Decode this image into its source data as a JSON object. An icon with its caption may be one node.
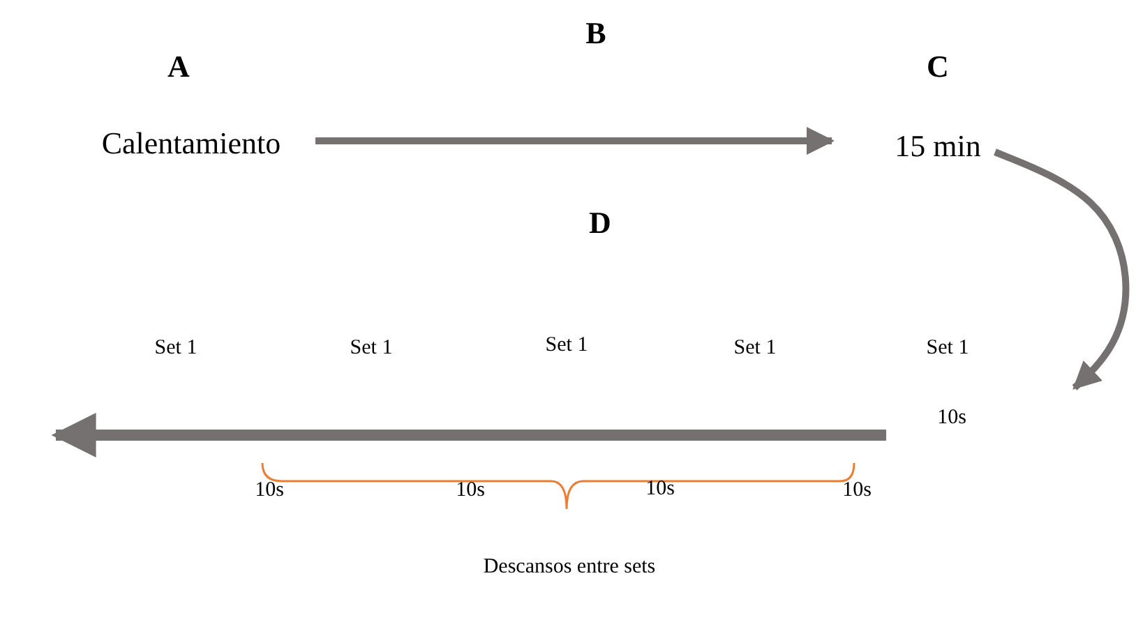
{
  "diagram": {
    "nodes": [
      {
        "text": [
          "Calentamiento"
        ]
      },
      {
        "text": [
          "15 min"
        ]
      }
    ],
    "edges": [
      {
        "from": 0,
        "to": 1,
        "arrow": "to"
      },
      {
        "from": 1,
        "to": null,
        "arrow": "to"
      }
    ],
    "labels": [
      "B",
      "A",
      "C",
      "D",
      "Set 1",
      "Set 1",
      "Set 1",
      "Set 1",
      "Set 1",
      "10s",
      "10s",
      "10s",
      "10s",
      "10s",
      "Descansos entre sets"
    ]
  }
}
